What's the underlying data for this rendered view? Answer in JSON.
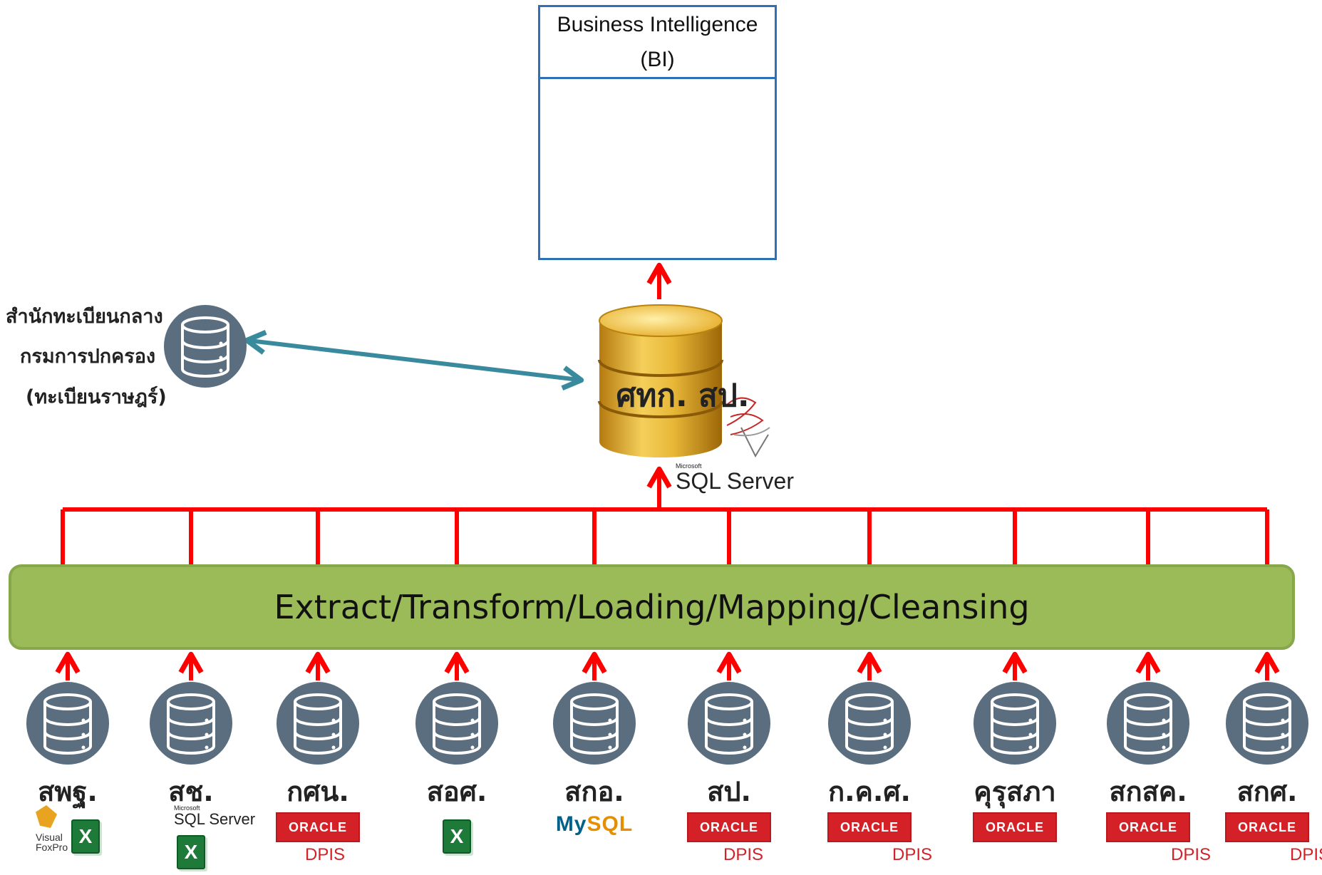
{
  "bi": {
    "title_line1": "Business Intelligence",
    "title_line2": "(BI)"
  },
  "center": {
    "name": "ศทก. สป.",
    "logo_small": "Microsoft",
    "logo_main": "SQL Server"
  },
  "registry": {
    "line1": "สำนักทะเบียนกลาง",
    "line2": "กรมการปกครอง",
    "line3": "(ทะเบียนราษฎร์)"
  },
  "etl": {
    "label": "Extract/Transform/Loading/Mapping/Cleansing"
  },
  "logos": {
    "oracle": "ORACLE",
    "dpis": "DPIS",
    "mysql_a": "My",
    "mysql_b": "SQL",
    "excel": "X",
    "foxpro_a": "Visual",
    "foxpro_b": "FoxPro",
    "sql_small": "Microsoft",
    "sql_main": "SQL Server"
  },
  "sources": [
    {
      "name": "สพฐ.",
      "logos": [
        "foxpro",
        "excel"
      ]
    },
    {
      "name": "สช.",
      "logos": [
        "sqlserver",
        "excel"
      ]
    },
    {
      "name": "กศน.",
      "logos": [
        "oracle",
        "dpis"
      ]
    },
    {
      "name": "สอศ.",
      "logos": [
        "excel"
      ]
    },
    {
      "name": "สกอ.",
      "logos": [
        "mysql"
      ]
    },
    {
      "name": "สป.",
      "logos": [
        "oracle",
        "dpis"
      ]
    },
    {
      "name": "ก.ค.ศ.",
      "logos": [
        "oracle",
        "dpis"
      ]
    },
    {
      "name": "คุรุสภา",
      "logos": [
        "oracle"
      ]
    },
    {
      "name": "สกสค.",
      "logos": [
        "oracle",
        "dpis"
      ]
    },
    {
      "name": "สกศ.",
      "logos": [
        "oracle",
        "dpis"
      ]
    }
  ],
  "colors": {
    "arrow": "#ff0000",
    "link": "#3a8a9e",
    "etl_fill": "#9bbb59",
    "db_icon": "#5a6e7f",
    "bi_border": "#2e6fb5",
    "cylinder": "#e0a820"
  }
}
